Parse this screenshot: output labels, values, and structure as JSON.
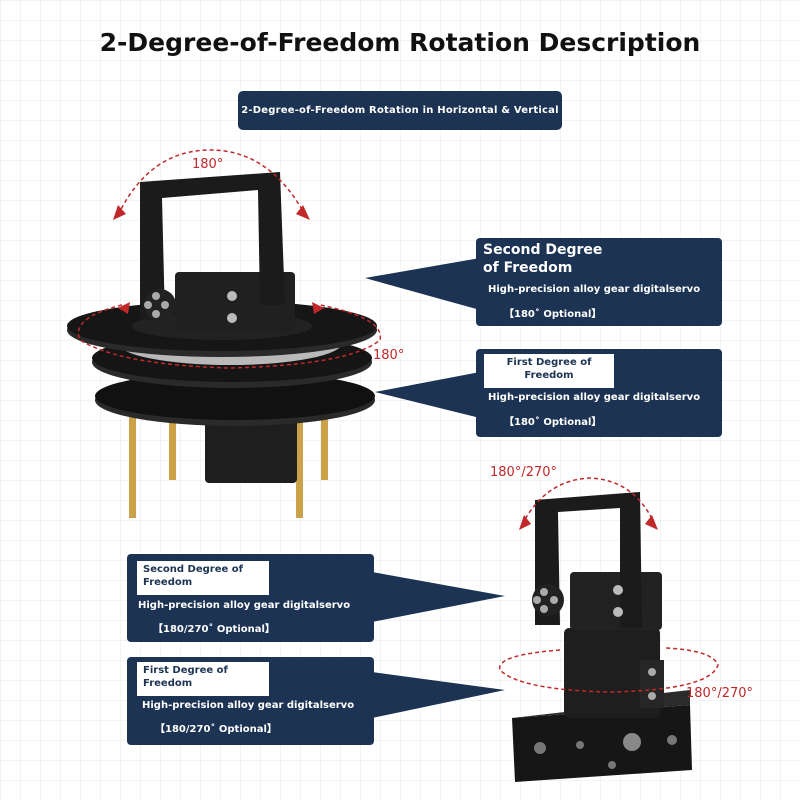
{
  "title": "2-Degree-of-Freedom Rotation Description",
  "subtitle": "2-Degree-of-Freedom Rotation in Horizontal & Vertical",
  "top_assembly": {
    "arc_top_label": "180°",
    "arc_mid_label": "180°",
    "second_box": {
      "heading": "Second Degree of Freedom",
      "line1": "High-precision alloy gear digitalservo",
      "line2": "【180˚ Optional】"
    },
    "first_box": {
      "heading": "First Degree of Freedom",
      "line1": "High-precision alloy gear digitalservo",
      "line2": "【180˚ Optional】"
    }
  },
  "bottom_assembly": {
    "arc_top_label": "180°/270°",
    "arc_mid_label": "180°/270°",
    "second_box": {
      "heading": "Second Degree of Freedom",
      "line1": "High-precision alloy gear digitalservo",
      "line2": "【180/270˚ Optional】"
    },
    "first_box": {
      "heading": "First Degree of Freedom",
      "line1": "High-precision alloy gear digitalservo",
      "line2": "【180/270˚ Optional】"
    }
  },
  "colors": {
    "panel": "#1c3354",
    "arrow": "#c0282a",
    "brass": "#c9a24a",
    "metal_dark": "#1a1a1a"
  }
}
